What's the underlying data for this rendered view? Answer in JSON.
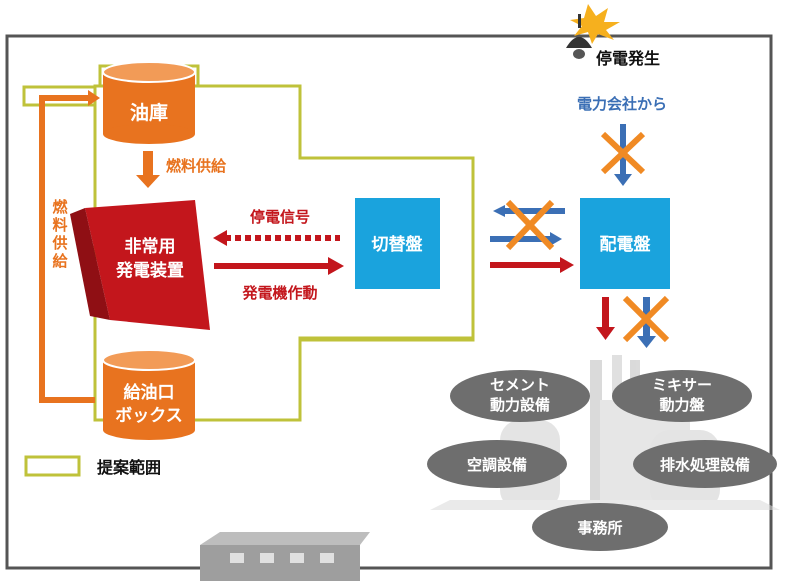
{
  "event": {
    "label": "停電発生"
  },
  "supply": {
    "label": "電力会社から"
  },
  "tanks": {
    "oil_depot": {
      "label": "油庫"
    },
    "feed_box": {
      "line1": "給油口",
      "line2": "ボックス"
    }
  },
  "flows": {
    "fuel_supply_down": "燃料供給",
    "fuel_supply_side": "燃料供給",
    "outage_signal": "停電信号",
    "generator_start": "発電機作動"
  },
  "generator": {
    "line1": "非常用",
    "line2": "発電装置"
  },
  "switchboard": {
    "label": "切替盤"
  },
  "distribution": {
    "label": "配電盤"
  },
  "legend": {
    "label": "提案範囲"
  },
  "facilities": [
    {
      "line1": "セメント",
      "line2": "動力設備"
    },
    {
      "line1": "ミキサー",
      "line2": "動力盤"
    },
    {
      "line1": "空調設備",
      "line2": ""
    },
    {
      "line1": "排水処理設備",
      "line2": ""
    },
    {
      "line1": "事務所",
      "line2": ""
    }
  ],
  "colors": {
    "orange": "#e8731f",
    "red": "#c3161c",
    "blue": "#1aa3dd",
    "navy": "#3b6fb5",
    "scope_border": "#bfc23a",
    "frame": "#555555",
    "facility_gray": "#6e6e6e"
  }
}
